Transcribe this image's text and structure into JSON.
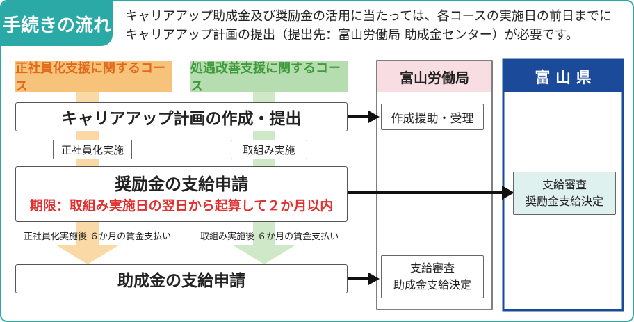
{
  "header": {
    "tag": "手続きの流れ",
    "intro_line1": "キャリアアップ助成金及び奨励金の活用に当たっては、各コースの実施日の前日までに",
    "intro_line2": "キャリアアップ計画の提出（提出先：富山労働局 助成金センター）が必要です。"
  },
  "columns": {
    "course1": "正社員化支援に関するコース",
    "course2": "処遇改善支援に関するコース",
    "bureau": "富山労働局",
    "prefecture": "富 山 県"
  },
  "steps": {
    "plan": "キャリアアップ計画の作成・提出",
    "incentive_title": "奨励金の支給申請",
    "incentive_deadline": "期限：取組み実施日の翌日から起算して２か月以内",
    "subsidy": "助成金の支給申請"
  },
  "tags": {
    "course1_implement": "正社員化実施",
    "course2_implement": "取組み実施"
  },
  "notes": {
    "course1_wage": "正社員化実施後 ６か月の賃金支払い",
    "course2_wage": "取組み実施後 ６か月の賃金支払い"
  },
  "bureau": {
    "plan_support": "作成援助・受理",
    "subsidy_line1": "支給審査",
    "subsidy_line2": "助成金支給決定"
  },
  "prefecture": {
    "line1": "支給審査",
    "line2": "奨励金支給決定"
  },
  "colors": {
    "teal": "#2aa9a6",
    "orange_hdr": "#f7c27a",
    "orange_text": "#e06a1b",
    "orange_band": "#fbd9a6",
    "green_hdr": "#b6ddb0",
    "green_text": "#3e9a3a",
    "green_band": "#cfe9c8",
    "pink_hdr": "#f8dde3",
    "navy": "#1b4a9a",
    "red": "#e03030",
    "light_teal_box": "#dff1ef"
  }
}
